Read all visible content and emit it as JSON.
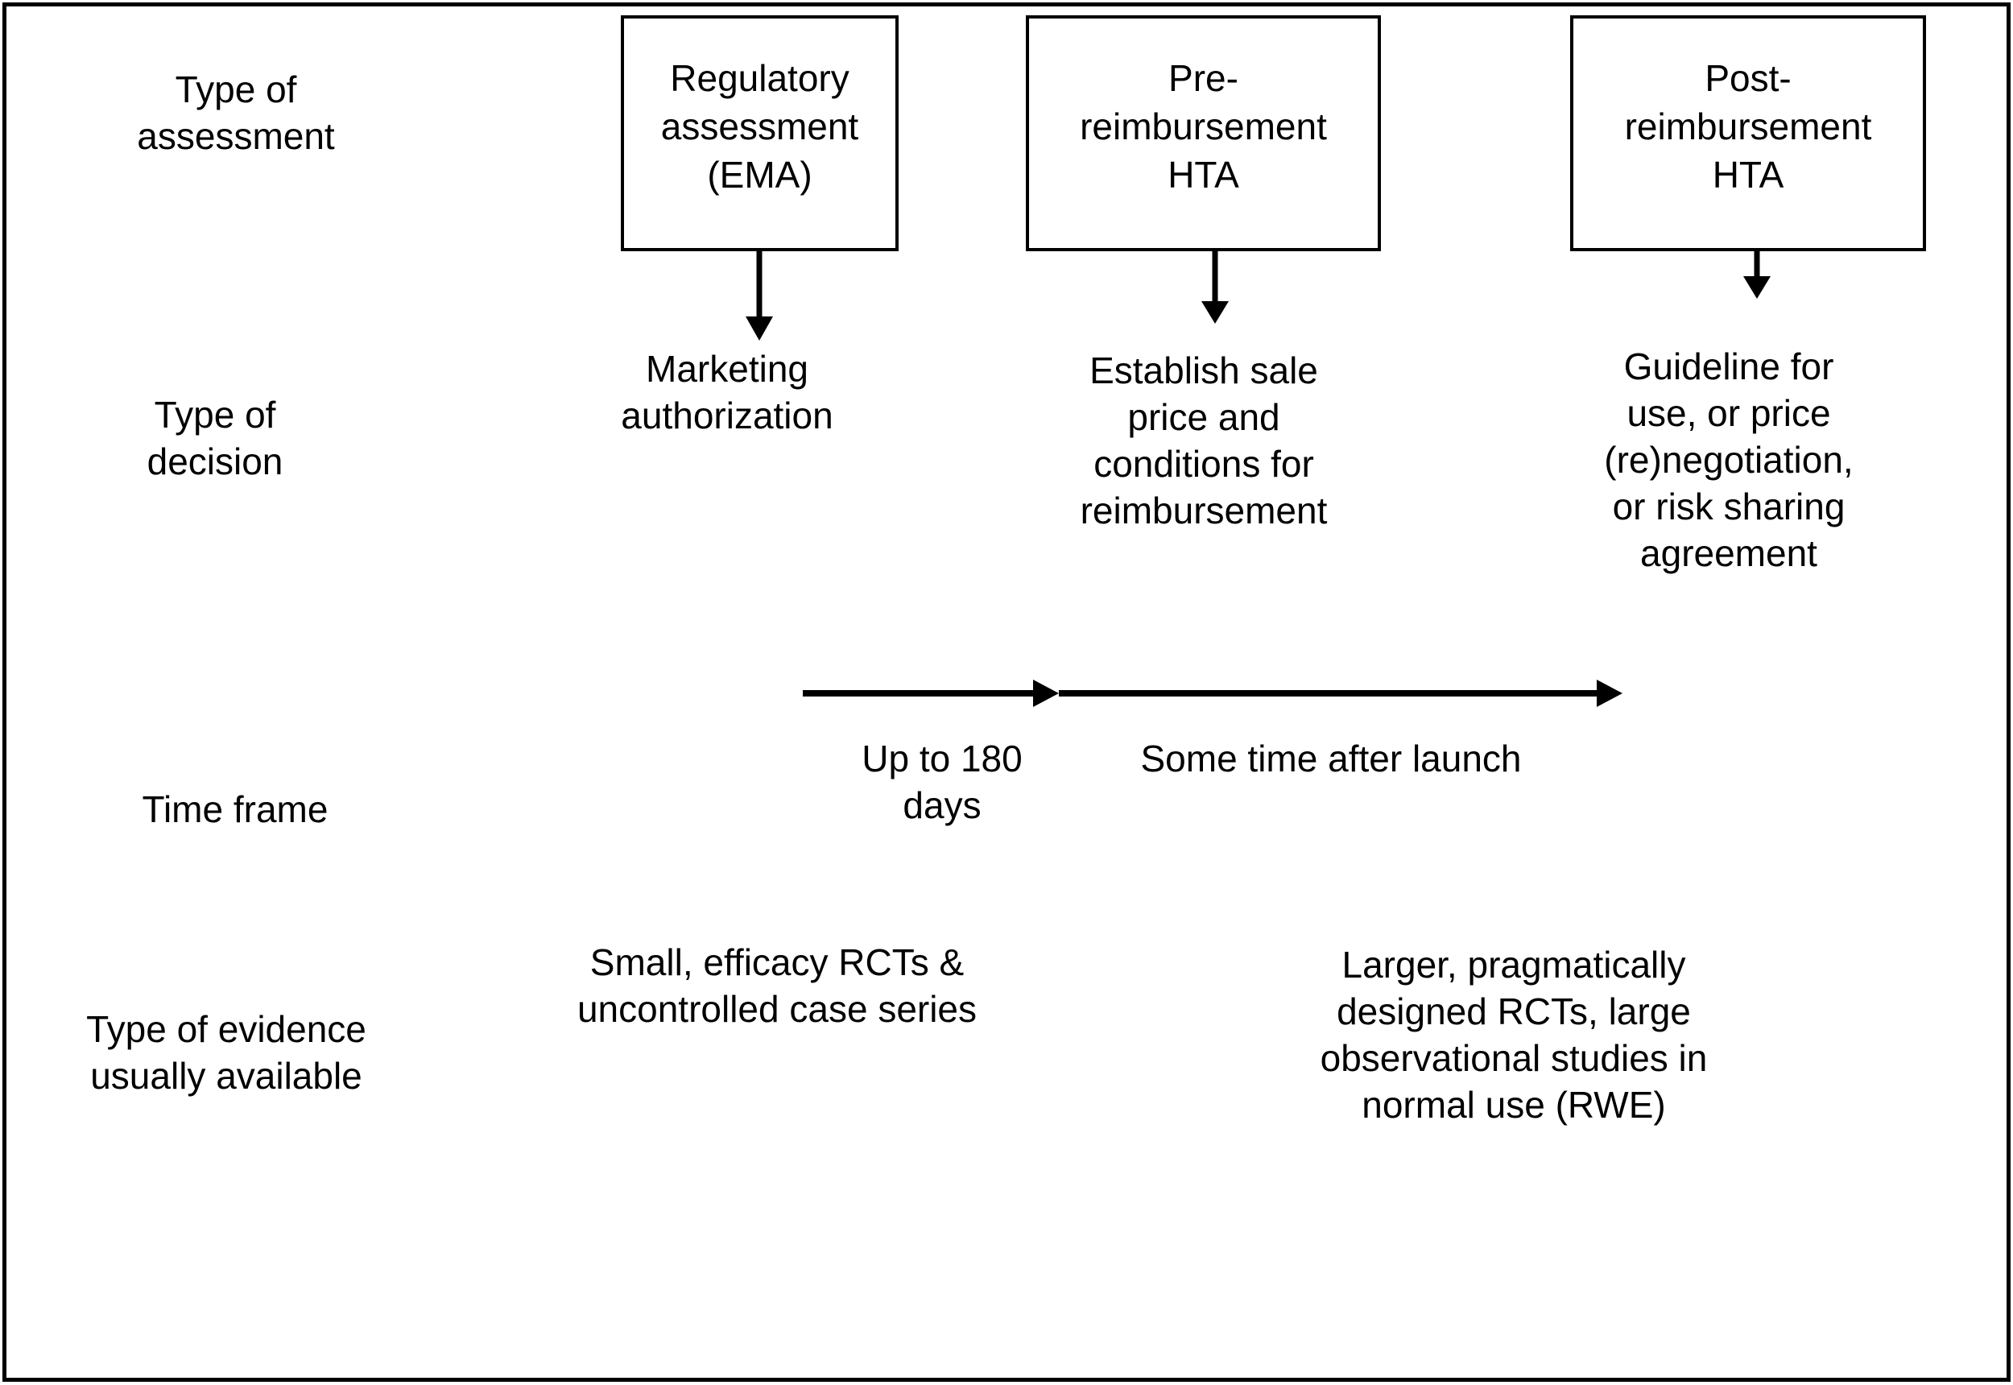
{
  "row_labels": {
    "assessment": "Type of\nassessment",
    "decision": "Type of\ndecision",
    "timeframe": "Time frame",
    "evidence": "Type of evidence\nusually available"
  },
  "columns": [
    {
      "assessment": "Regulatory\nassessment\n(EMA)",
      "decision": "Marketing\nauthorization"
    },
    {
      "assessment": "Pre-\nreimbursement\nHTA",
      "decision": "Establish sale\nprice and\nconditions for\nreimbursement"
    },
    {
      "assessment": "Post-\nreimbursement\nHTA",
      "decision": "Guideline for\nuse, or price\n(re)negotiation,\nor risk sharing\nagreement"
    }
  ],
  "timeline": {
    "first_label": "Up to 180\ndays",
    "second_label": "Some time after launch"
  },
  "evidence": {
    "pre_launch": "Small, efficacy RCTs &\nuncontrolled case series",
    "post_launch": "Larger, pragmatically\ndesigned RCTs, large\nobservational studies in\nnormal use (RWE)"
  },
  "colors": {
    "ink": "#000000",
    "background": "#ffffff"
  }
}
